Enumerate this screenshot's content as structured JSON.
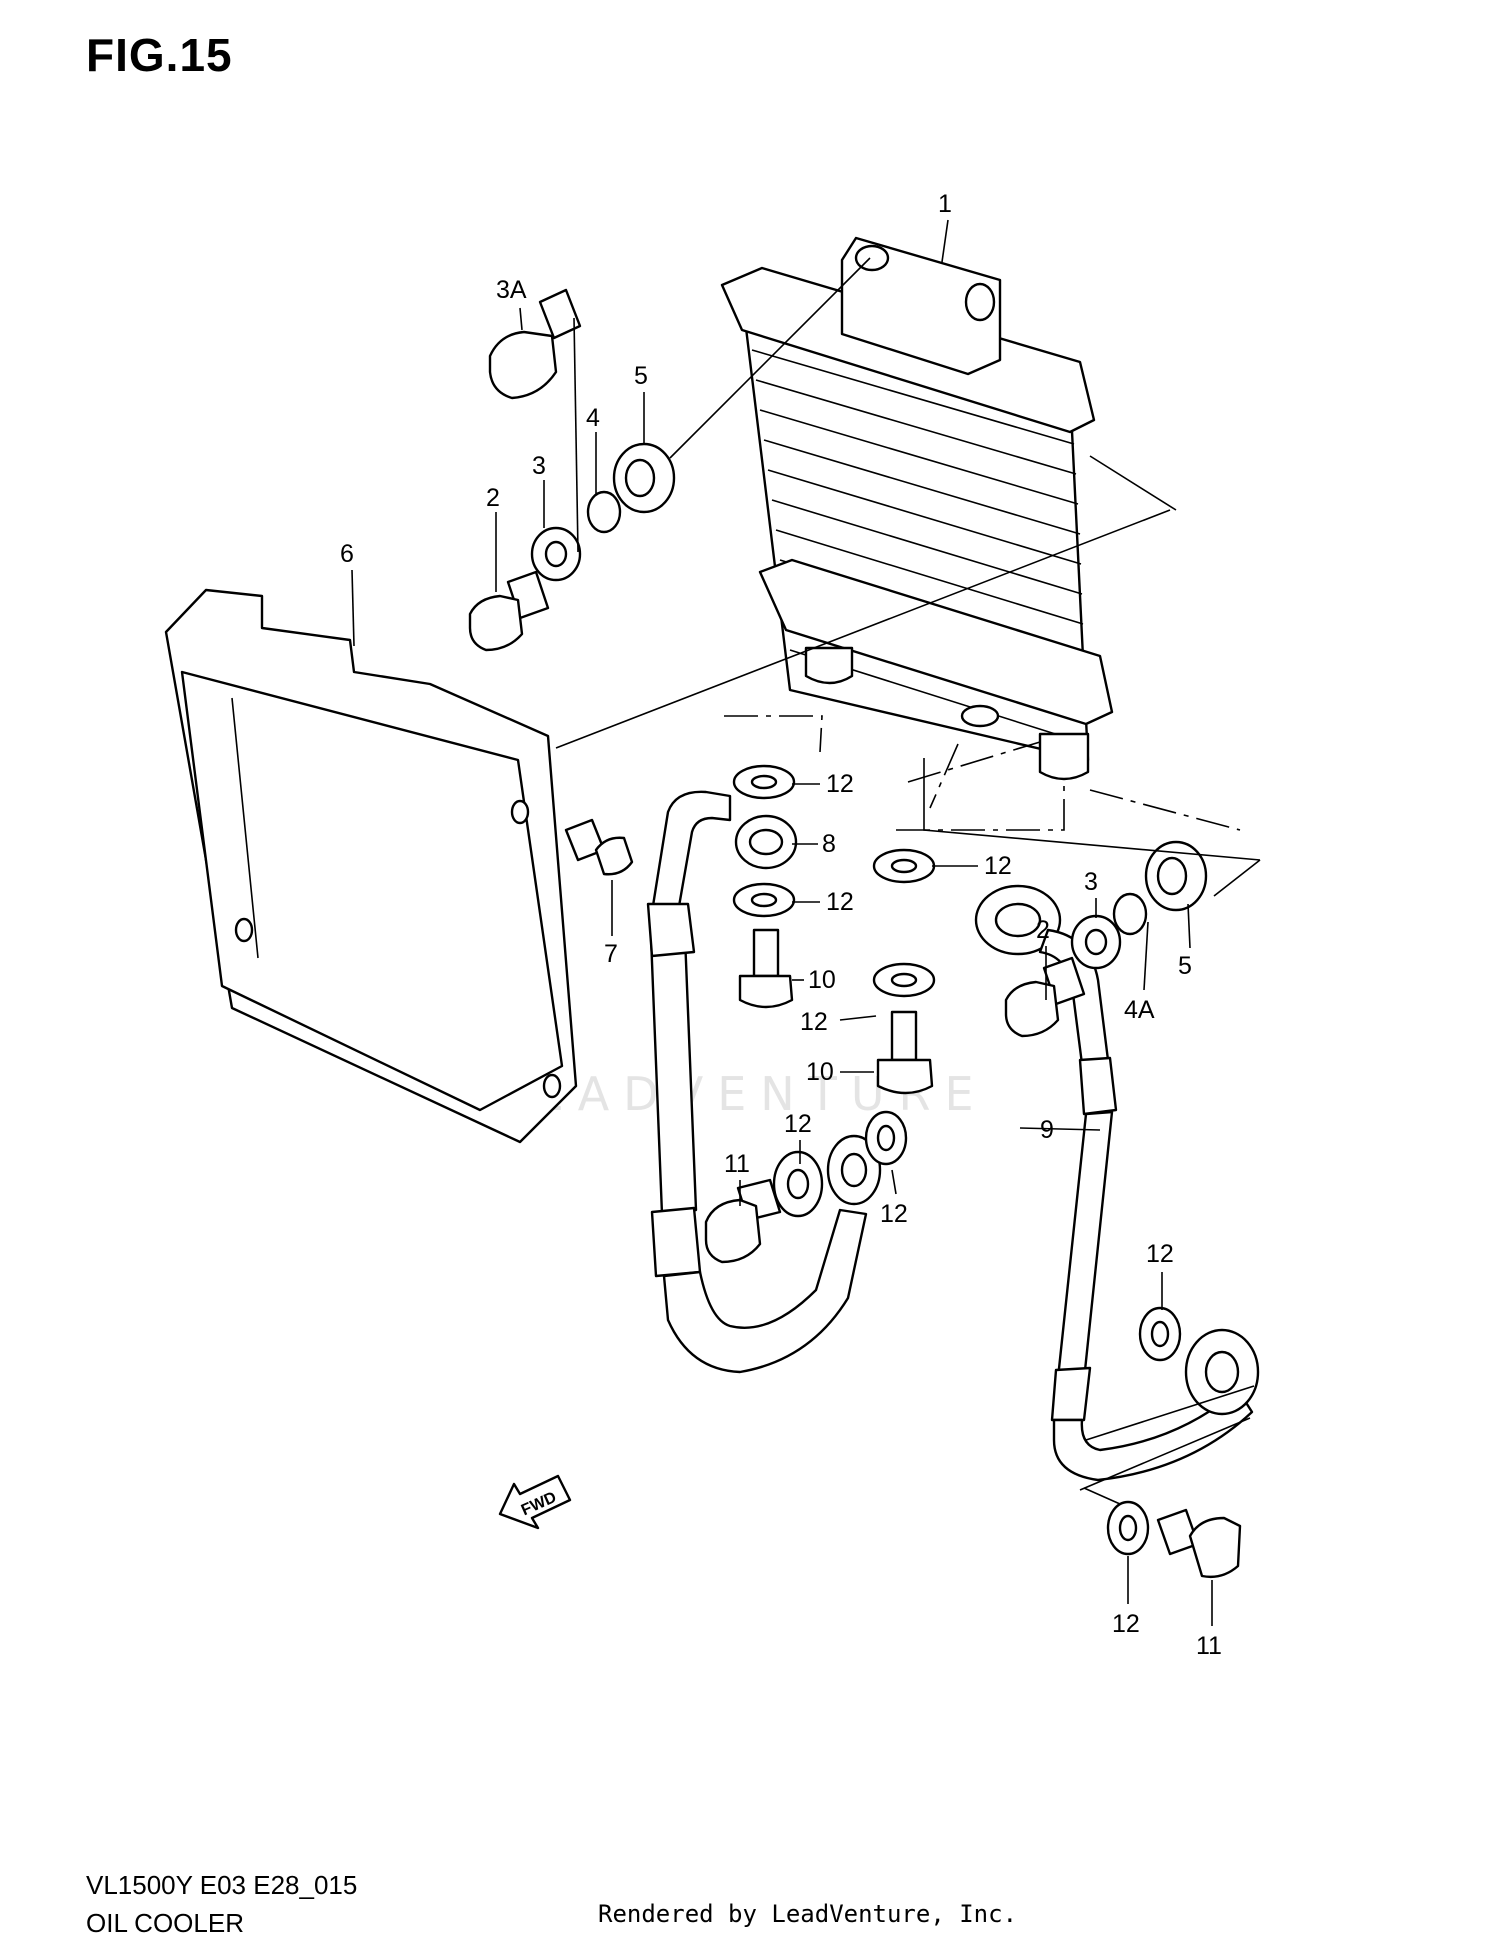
{
  "figure": {
    "title": "FIG.15",
    "model_code": "VL1500Y E03 E28_015",
    "section_name": "OIL COOLER",
    "render_credit": "Rendered by LeadVenture, Inc.",
    "watermark": "LEADVENTURE",
    "fwd_label": "FWD"
  },
  "callouts": [
    {
      "id": "c1",
      "label": "1"
    },
    {
      "id": "c3a",
      "label": "3A"
    },
    {
      "id": "c5a",
      "label": "5"
    },
    {
      "id": "c4a",
      "label": "4"
    },
    {
      "id": "c3b",
      "label": "3"
    },
    {
      "id": "c2a",
      "label": "2"
    },
    {
      "id": "c6",
      "label": "6"
    },
    {
      "id": "c12a",
      "label": "12"
    },
    {
      "id": "c8",
      "label": "8"
    },
    {
      "id": "c12b",
      "label": "12"
    },
    {
      "id": "c10a",
      "label": "10"
    },
    {
      "id": "c12c",
      "label": "12"
    },
    {
      "id": "c10b",
      "label": "10"
    },
    {
      "id": "c7",
      "label": "7"
    },
    {
      "id": "c12d",
      "label": "12"
    },
    {
      "id": "c3c",
      "label": "3"
    },
    {
      "id": "c2b",
      "label": "2"
    },
    {
      "id": "c4b",
      "label": "4A"
    },
    {
      "id": "c5b",
      "label": "5"
    },
    {
      "id": "c9",
      "label": "9"
    },
    {
      "id": "c11a",
      "label": "11"
    },
    {
      "id": "c12e",
      "label": "12"
    },
    {
      "id": "c12f",
      "label": "12"
    },
    {
      "id": "c12g",
      "label": "12"
    },
    {
      "id": "c12h",
      "label": "12"
    },
    {
      "id": "c11b",
      "label": "11"
    }
  ]
}
